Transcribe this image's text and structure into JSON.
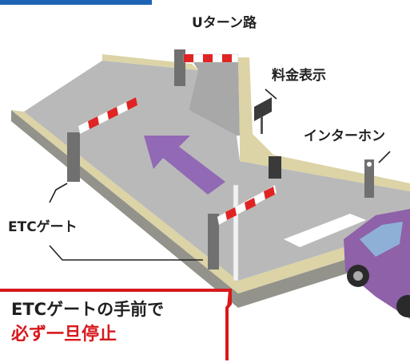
{
  "labels": {
    "u_turn": "Uターン路",
    "fee_display": "料金表示",
    "intercom": "インターホン",
    "etc_gate": "ETCゲート"
  },
  "callout": {
    "line1": "ETCゲートの手前で",
    "line2": "必ず一旦停止"
  },
  "colors": {
    "road": "#b9b9b9",
    "curb": "#dcd3a6",
    "wall": "#93938c",
    "arrow": "#9169b4",
    "car": "#8e61a8",
    "barrier_red": "#e02424",
    "callout_red": "#d7191c",
    "top_bar": "#1e64b4"
  }
}
